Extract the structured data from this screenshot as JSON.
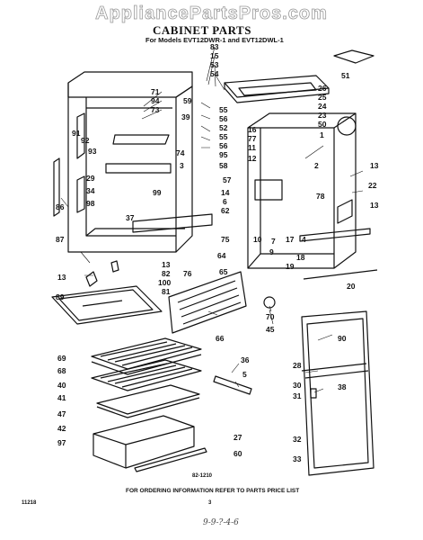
{
  "watermark": "AppliancePartsPros.com",
  "title": "CABINET PARTS",
  "subtitle": "For Models EVT12DWR-1 and EVT12DWL-1",
  "footer": {
    "instruction": "FOR ORDERING INFORMATION REFER TO PARTS PRICE LIST",
    "page_number": "3",
    "drawing_number": "82-1210",
    "left_code": "11218",
    "handwritten": "9-9-?-4-6"
  },
  "callouts": [
    {
      "id": "c83",
      "text": "83"
    },
    {
      "id": "c15",
      "text": "15"
    },
    {
      "id": "c53",
      "text": "53"
    },
    {
      "id": "c54",
      "text": "54"
    },
    {
      "id": "c51",
      "text": "51"
    },
    {
      "id": "c26",
      "text": "26"
    },
    {
      "id": "c25",
      "text": "25"
    },
    {
      "id": "c24",
      "text": "24"
    },
    {
      "id": "c23",
      "text": "23"
    },
    {
      "id": "c50",
      "text": "50"
    },
    {
      "id": "c1",
      "text": "1"
    },
    {
      "id": "c71",
      "text": "71"
    },
    {
      "id": "c94",
      "text": "94"
    },
    {
      "id": "c73",
      "text": "73"
    },
    {
      "id": "c59",
      "text": "59"
    },
    {
      "id": "c55a",
      "text": "55"
    },
    {
      "id": "c39",
      "text": "39"
    },
    {
      "id": "c56a",
      "text": "56"
    },
    {
      "id": "c52",
      "text": "52"
    },
    {
      "id": "c55b",
      "text": "55"
    },
    {
      "id": "c56b",
      "text": "56"
    },
    {
      "id": "c95",
      "text": "95"
    },
    {
      "id": "c91",
      "text": "91"
    },
    {
      "id": "c92",
      "text": "92"
    },
    {
      "id": "c93",
      "text": "93"
    },
    {
      "id": "c74",
      "text": "74"
    },
    {
      "id": "c3",
      "text": "3"
    },
    {
      "id": "c58",
      "text": "58"
    },
    {
      "id": "c16",
      "text": "16"
    },
    {
      "id": "c77",
      "text": "77"
    },
    {
      "id": "c11",
      "text": "11"
    },
    {
      "id": "c12",
      "text": "12"
    },
    {
      "id": "c2",
      "text": "2"
    },
    {
      "id": "c13a",
      "text": "13"
    },
    {
      "id": "c29",
      "text": "29"
    },
    {
      "id": "c34",
      "text": "34"
    },
    {
      "id": "c98",
      "text": "98"
    },
    {
      "id": "c99",
      "text": "99"
    },
    {
      "id": "c57",
      "text": "57"
    },
    {
      "id": "c14",
      "text": "14"
    },
    {
      "id": "c6",
      "text": "6"
    },
    {
      "id": "c62",
      "text": "62"
    },
    {
      "id": "c78",
      "text": "78"
    },
    {
      "id": "c22",
      "text": "22"
    },
    {
      "id": "c13b",
      "text": "13"
    },
    {
      "id": "c86",
      "text": "86"
    },
    {
      "id": "c37",
      "text": "37"
    },
    {
      "id": "c10",
      "text": "10"
    },
    {
      "id": "c75",
      "text": "75"
    },
    {
      "id": "c7",
      "text": "7"
    },
    {
      "id": "c17",
      "text": "17"
    },
    {
      "id": "c4",
      "text": "4"
    },
    {
      "id": "c9",
      "text": "9"
    },
    {
      "id": "c64",
      "text": "64"
    },
    {
      "id": "c18",
      "text": "18"
    },
    {
      "id": "c19",
      "text": "19"
    },
    {
      "id": "c87",
      "text": "87"
    },
    {
      "id": "c13c",
      "text": "13"
    },
    {
      "id": "c82",
      "text": "82"
    },
    {
      "id": "c100",
      "text": "100"
    },
    {
      "id": "c81",
      "text": "81"
    },
    {
      "id": "c89",
      "text": "89"
    },
    {
      "id": "c13d",
      "text": "13"
    },
    {
      "id": "c76",
      "text": "76"
    },
    {
      "id": "c65",
      "text": "65"
    },
    {
      "id": "c20",
      "text": "20"
    },
    {
      "id": "c70",
      "text": "70"
    },
    {
      "id": "c45",
      "text": "45"
    },
    {
      "id": "c66",
      "text": "66"
    },
    {
      "id": "c69",
      "text": "69"
    },
    {
      "id": "c68",
      "text": "68"
    },
    {
      "id": "c40",
      "text": "40"
    },
    {
      "id": "c41",
      "text": "41"
    },
    {
      "id": "c47",
      "text": "47"
    },
    {
      "id": "c42",
      "text": "42"
    },
    {
      "id": "c97",
      "text": "97"
    },
    {
      "id": "c36",
      "text": "36"
    },
    {
      "id": "c5",
      "text": "5"
    },
    {
      "id": "c27",
      "text": "27"
    },
    {
      "id": "c60",
      "text": "60"
    },
    {
      "id": "c90",
      "text": "90"
    },
    {
      "id": "c28",
      "text": "28"
    },
    {
      "id": "c30",
      "text": "30"
    },
    {
      "id": "c31",
      "text": "31"
    },
    {
      "id": "c38",
      "text": "38"
    },
    {
      "id": "c32",
      "text": "32"
    },
    {
      "id": "c33",
      "text": "33"
    }
  ]
}
